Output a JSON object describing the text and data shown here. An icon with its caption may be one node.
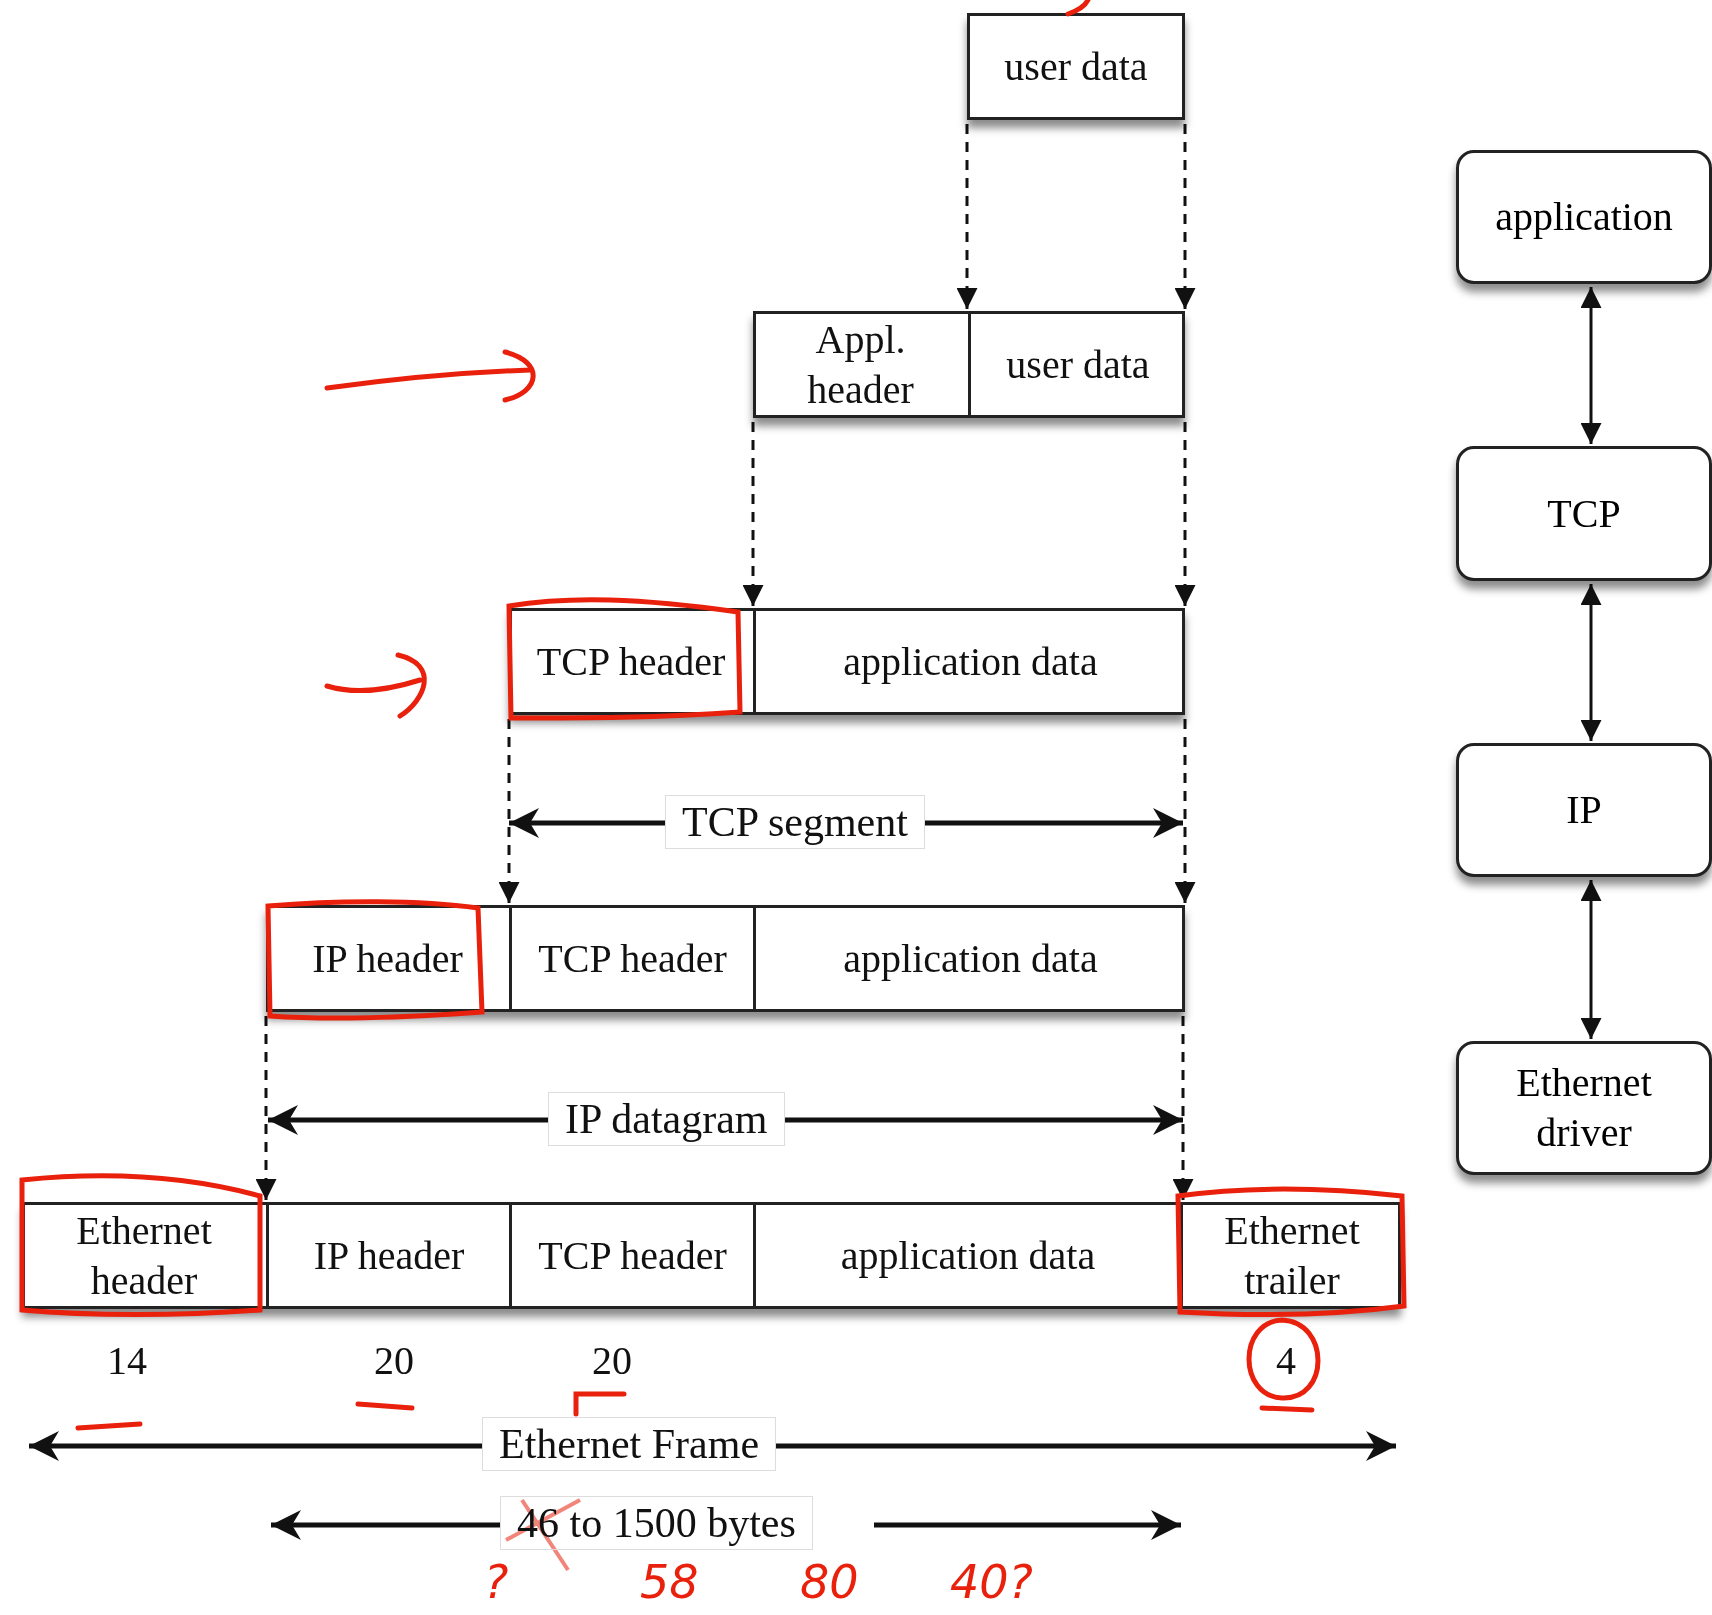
{
  "diagram": {
    "nodes": [
      {
        "text": [
          "user data"
        ]
      },
      {
        "text": [],
        "shape": "bar"
      },
      {
        "text": [
          "Appl. header"
        ],
        "in": 1
      },
      {
        "text": [
          "user data"
        ],
        "in": 1
      },
      {
        "text": [],
        "shape": "bar"
      },
      {
        "text": [
          "TCP header"
        ],
        "in": 4
      },
      {
        "text": [
          "application data"
        ],
        "in": 4
      },
      {
        "text": [],
        "shape": "bar"
      },
      {
        "text": [
          "IP header"
        ],
        "in": 7
      },
      {
        "text": [
          "TCP header"
        ],
        "in": 7
      },
      {
        "text": [
          "application data"
        ],
        "in": 7
      },
      {
        "text": [],
        "shape": "bar"
      },
      {
        "text": [
          "Ethernet header"
        ],
        "in": 11
      },
      {
        "text": [
          "IP header"
        ],
        "in": 11
      },
      {
        "text": [
          "TCP header"
        ],
        "in": 11
      },
      {
        "text": [
          "application data"
        ],
        "in": 11
      },
      {
        "text": [
          "Ethernet trailer"
        ],
        "in": 11
      },
      {
        "text": [
          "application"
        ]
      },
      {
        "text": [
          "TCP"
        ]
      },
      {
        "text": [
          "IP"
        ]
      },
      {
        "text": [
          "Ethernet driver"
        ]
      }
    ],
    "edges": [
      {
        "from": 0,
        "to": 1,
        "arrow": "to",
        "style": "dashed"
      },
      {
        "from": 0,
        "to": 1,
        "arrow": "to",
        "style": "dashed"
      },
      {
        "from": 1,
        "to": 4,
        "arrow": "to",
        "style": "dashed"
      },
      {
        "from": 1,
        "to": 4,
        "arrow": "to",
        "style": "dashed"
      },
      {
        "from": 4,
        "to": 7,
        "arrow": "to",
        "style": "dashed"
      },
      {
        "from": 4,
        "to": 7,
        "arrow": "to",
        "style": "dashed"
      },
      {
        "from": 7,
        "to": 11,
        "arrow": "to",
        "style": "dashed"
      },
      {
        "from": 7,
        "to": 11,
        "arrow": "to",
        "style": "dashed"
      },
      {
        "from": 17,
        "to": 18,
        "arrow": "both"
      },
      {
        "from": 18,
        "to": 19,
        "arrow": "both"
      },
      {
        "from": 19,
        "to": 20,
        "arrow": "both"
      }
    ],
    "labels": [
      "TCP segment",
      "IP datagram",
      "14",
      "20",
      "20",
      "4",
      "Ethernet Frame",
      "46 to 1500 bytes",
      "?",
      "58",
      "80",
      "40?"
    ]
  }
}
